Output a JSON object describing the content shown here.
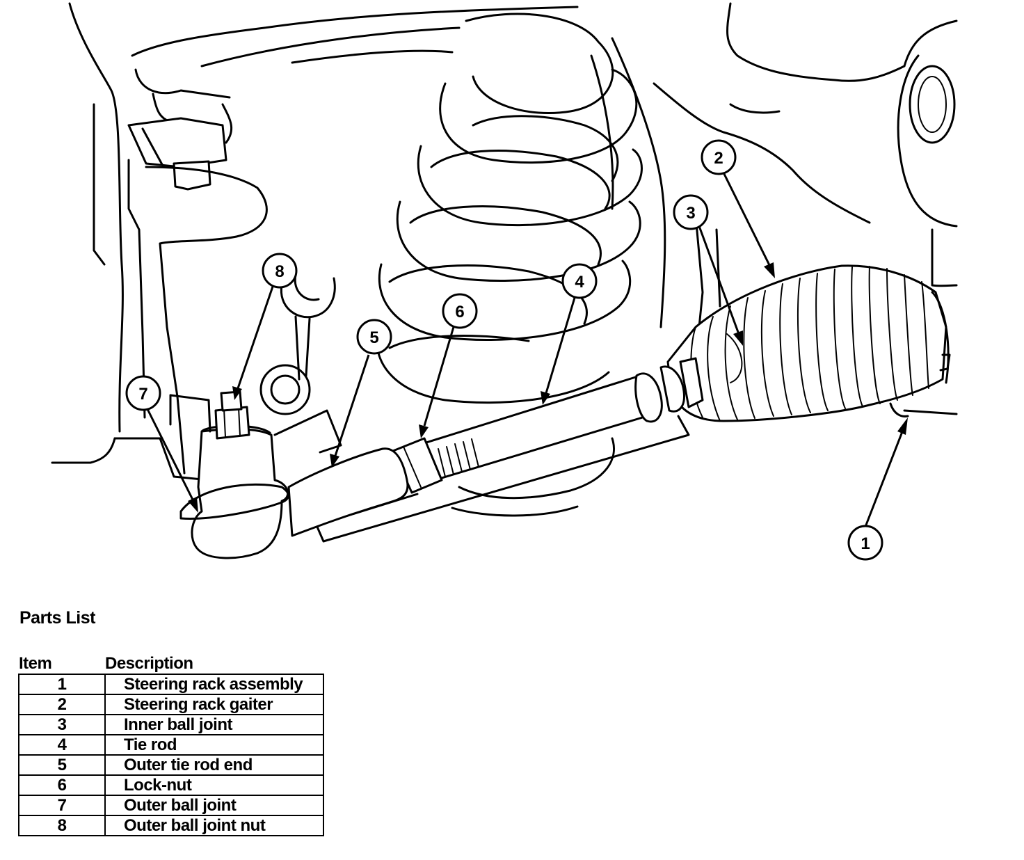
{
  "parts_list": {
    "title": "Parts List",
    "headers": {
      "item": "Item",
      "description": "Description"
    },
    "rows": [
      {
        "item": "1",
        "description": "Steering rack assembly"
      },
      {
        "item": "2",
        "description": "Steering rack gaiter"
      },
      {
        "item": "3",
        "description": "Inner ball joint"
      },
      {
        "item": "4",
        "description": "Tie rod"
      },
      {
        "item": "5",
        "description": "Outer tie rod end"
      },
      {
        "item": "6",
        "description": "Lock-nut"
      },
      {
        "item": "7",
        "description": "Outer ball joint"
      },
      {
        "item": "8",
        "description": "Outer ball joint nut"
      }
    ]
  },
  "callouts": [
    "1",
    "2",
    "3",
    "4",
    "5",
    "6",
    "7",
    "8"
  ]
}
